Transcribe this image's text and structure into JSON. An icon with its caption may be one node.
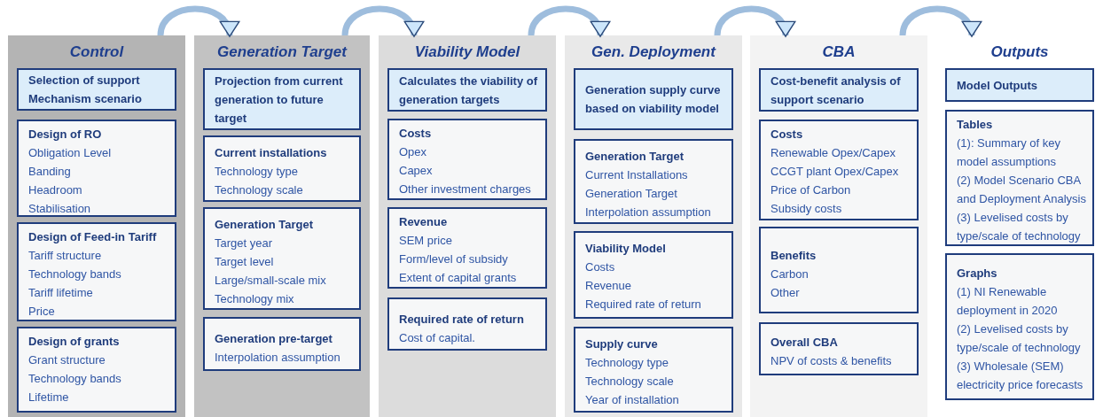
{
  "diagram": {
    "nodes": [
      {
        "text": [
          "Control"
        ]
      },
      {
        "text": [
          "Selection of support Mechanism scenario"
        ],
        "in": 0
      },
      {
        "text": [
          "Design of RO",
          "Obligation Level",
          "Banding",
          "Headroom",
          "Stabilisation"
        ],
        "in": 0
      },
      {
        "text": [
          "Design of Feed-in Tariff",
          "Tariff structure",
          "Technology bands",
          "Tariff lifetime",
          "Price"
        ],
        "in": 0
      },
      {
        "text": [
          "Design of grants",
          "Grant structure",
          "Technology bands",
          "Lifetime"
        ],
        "in": 0
      },
      {
        "text": [
          "Generation Target"
        ]
      },
      {
        "text": [
          "Projection from current generation to future target"
        ],
        "in": 5
      },
      {
        "text": [
          "Current installations",
          "Technology type",
          "Technology scale"
        ],
        "in": 5
      },
      {
        "text": [
          "Generation Target",
          "Target year",
          "Target level",
          "Large/small-scale mix",
          "Technology mix"
        ],
        "in": 5
      },
      {
        "text": [
          "Generation pre-target",
          "Interpolation assumption"
        ],
        "in": 5
      },
      {
        "text": [
          "Viability Model"
        ]
      },
      {
        "text": [
          "Calculates the viability of generation targets"
        ],
        "in": 10
      },
      {
        "text": [
          "Costs",
          "Opex",
          "Capex",
          "Other investment charges"
        ],
        "in": 10
      },
      {
        "text": [
          "Revenue",
          "SEM price",
          "Form/level of subsidy",
          "Extent of capital grants"
        ],
        "in": 10
      },
      {
        "text": [
          "Required rate of return",
          "Cost of capital."
        ],
        "in": 10
      },
      {
        "text": [
          "Gen. Deployment"
        ]
      },
      {
        "text": [
          "Generation supply curve based on viability model"
        ],
        "in": 15
      },
      {
        "text": [
          "Generation Target",
          "Current Installations",
          "Generation Target",
          "Interpolation assumption"
        ],
        "in": 15
      },
      {
        "text": [
          "Viability Model",
          "Costs",
          "Revenue",
          "Required rate of return"
        ],
        "in": 15
      },
      {
        "text": [
          "Supply curve",
          "Technology type",
          "Technology scale",
          "Year of installation"
        ],
        "in": 15
      },
      {
        "text": [
          "CBA"
        ]
      },
      {
        "text": [
          "Cost-benefit analysis of support scenario"
        ],
        "in": 20
      },
      {
        "text": [
          "Costs",
          "Renewable Opex/Capex",
          "CCGT plant Opex/Capex",
          "Price of Carbon",
          "Subsidy costs"
        ],
        "in": 20
      },
      {
        "text": [
          "Benefits",
          "Carbon",
          "Other"
        ],
        "in": 20
      },
      {
        "text": [
          "Overall CBA",
          "NPV of costs & benefits"
        ],
        "in": 20
      },
      {
        "text": [
          "Outputs"
        ]
      },
      {
        "text": [
          "Model Outputs"
        ],
        "in": 25
      },
      {
        "text": [
          "Tables",
          "(1): Summary of key model assumptions",
          "(2) Model Scenario CBA and Deployment Analysis",
          "(3) Levelised costs by type/scale of technology"
        ],
        "in": 25
      },
      {
        "text": [
          "Graphs",
          "(1) NI Renewable deployment in 2020",
          "(2) Levelised costs by type/scale of technology",
          "(3) Wholesale (SEM) electricity price forecasts"
        ],
        "in": 25
      }
    ],
    "edges": [
      {
        "from": 0,
        "to": 5,
        "arrow": "to"
      },
      {
        "from": 5,
        "to": 10,
        "arrow": "to"
      },
      {
        "from": 10,
        "to": 15,
        "arrow": "to"
      },
      {
        "from": 15,
        "to": 20,
        "arrow": "to"
      },
      {
        "from": 20,
        "to": 25,
        "arrow": "to"
      }
    ]
  }
}
